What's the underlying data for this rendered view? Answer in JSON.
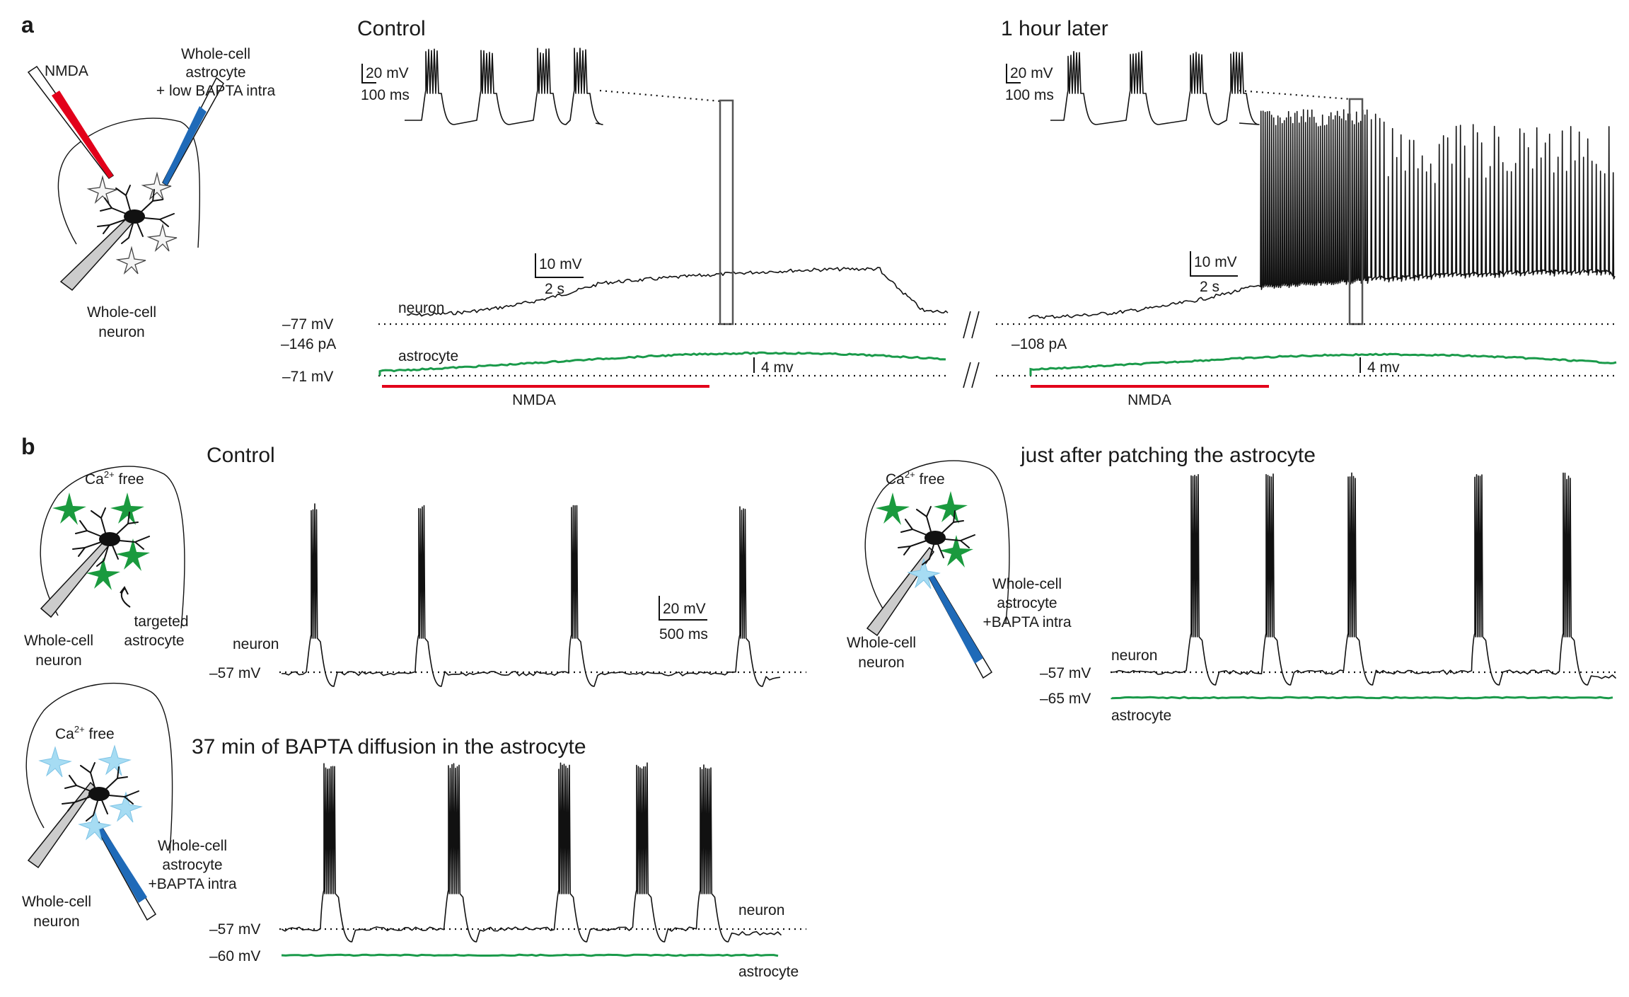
{
  "colors": {
    "trace": "#111111",
    "astrocyte_trace": "#1a9a4a",
    "nmda_bar": "#e2001a",
    "nmda_pipette": "#e2001a",
    "bapta_pipette": "#1f6ab8",
    "astrocyte_fill": "#1a9a3e",
    "astrocyte_bapta": "#a6dcf3"
  },
  "panel_a": {
    "label": "a",
    "schematic": {
      "pipette_left": "NMDA",
      "pipette_right_line1": "Whole-cell",
      "pipette_right_line2": "astrocyte",
      "pipette_right_line3": "+ low BAPTA intra",
      "bottom_line1": "Whole-cell",
      "bottom_line2": "neuron"
    },
    "control": {
      "title": "Control",
      "inset_scale_v": "20 mV",
      "inset_scale_t": "100 ms",
      "scale_v": "10 mV",
      "scale_t": "2 s",
      "neuron_label": "neuron",
      "astrocyte_label": "astrocyte",
      "astro_scale": "4 mv",
      "nmda_label": "NMDA"
    },
    "later": {
      "title": "1 hour later",
      "inset_scale_v": "20 mV",
      "inset_scale_t": "100 ms",
      "scale_v": "10 mV",
      "scale_t": "2 s",
      "astro_scale": "4 mv",
      "nmda_label": "NMDA",
      "current_label": "–108 pA"
    },
    "vm_neuron": "–77 mV",
    "current_label": "–146 pA",
    "vm_astro": "–71 mV"
  },
  "panel_b": {
    "label": "b",
    "control": {
      "title": "Control",
      "schematic_ca_prefix": "Ca",
      "schematic_ca_sup": "2+",
      "schematic_ca_suffix": " free",
      "targeted_line1": "targeted",
      "targeted_line2": "astrocyte",
      "cell_line1": "Whole-cell",
      "cell_line2": "neuron",
      "neuron_label": "neuron",
      "vm": "–57 mV",
      "scale_v": "20 mV",
      "scale_t": "500 ms"
    },
    "after_patch": {
      "title": "just after  patching the astrocyte",
      "schematic_ca_prefix": "Ca",
      "schematic_ca_sup": "2+",
      "schematic_ca_suffix": " free",
      "pipette_line1": "Whole-cell",
      "pipette_line2": "astrocyte",
      "pipette_line3": "+BAPTA intra",
      "cell_line1": "Whole-cell",
      "cell_line2": "neuron",
      "neuron_label": "neuron",
      "vm_neuron": "–57 mV",
      "vm_astro": "–65 mV",
      "astrocyte_label": "astrocyte"
    },
    "bapta": {
      "title": "37 min of BAPTA diffusion in the astrocyte",
      "schematic_ca_prefix": "Ca",
      "schematic_ca_sup": "2+",
      "schematic_ca_suffix": " free",
      "pipette_line1": "Whole-cell",
      "pipette_line2": "astrocyte",
      "pipette_line3": "+BAPTA intra",
      "cell_line1": "Whole-cell",
      "cell_line2": "neuron",
      "neuron_label": "neuron",
      "vm_neuron": "–57 mV",
      "vm_astro": "–60 mV",
      "astrocyte_label": "astrocyte"
    }
  }
}
